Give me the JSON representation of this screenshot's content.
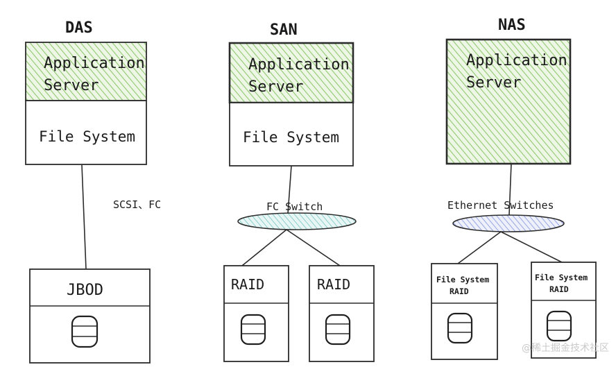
{
  "das": {
    "title": "DAS",
    "app_line1": "Application",
    "app_line2": "Server",
    "file_system": "File System",
    "link_label": "SCSI、FC",
    "storage": "JBOD"
  },
  "san": {
    "title": "SAN",
    "app_line1": "Application",
    "app_line2": "Server",
    "file_system": "File System",
    "switch_label": "FC Switch",
    "storage_left": "RAID",
    "storage_right": "RAID"
  },
  "nas": {
    "title": "NAS",
    "app_line1": "Application",
    "app_line2": "Server",
    "switch_label": "Ethernet Switches",
    "storage_left_line1": "File System",
    "storage_left_line2": "RAID",
    "storage_right_line1": "File System",
    "storage_right_line2": "RAID"
  },
  "watermark": "@稀土掘金技术社区",
  "colors": {
    "app_hatch": "#8fc870",
    "app_fill": "#eef7e6",
    "fc_switch": "#9fd6d4",
    "eth_switch": "#aab6e8",
    "stroke": "#2b2b2b"
  }
}
